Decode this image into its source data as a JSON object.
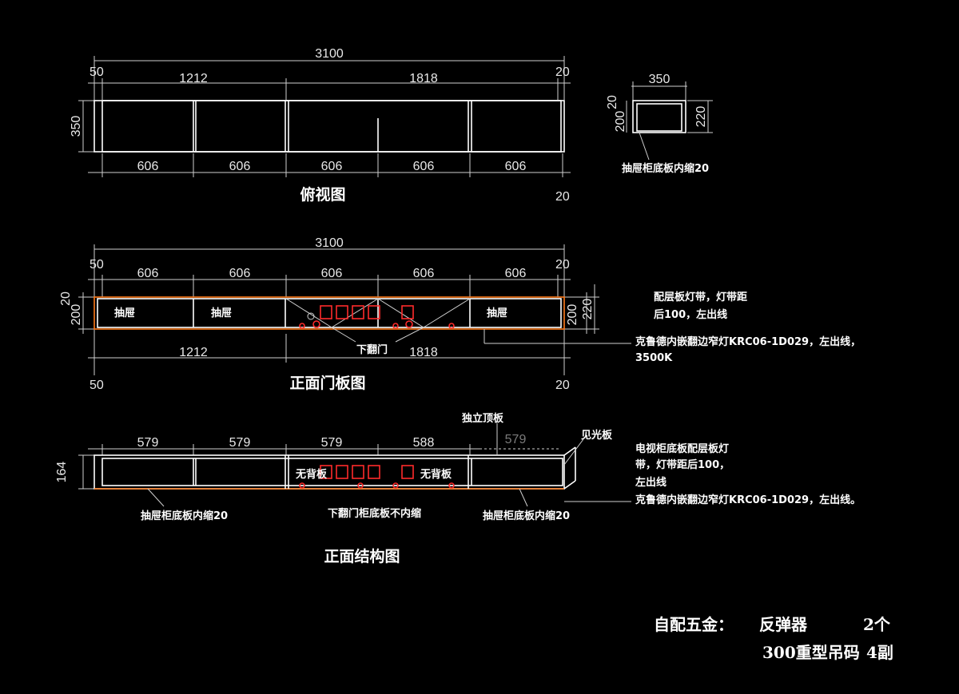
{
  "top_view": {
    "title": "俯视图",
    "overall": "3100",
    "left_off": "50",
    "right_off": "20",
    "seg_left": "1212",
    "seg_right": "1818",
    "depth": "350",
    "bottom": [
      "606",
      "606",
      "606",
      "606",
      "606"
    ],
    "right_bottom": "20"
  },
  "side_view": {
    "width": "350",
    "h_top": "20",
    "h_mid": "200",
    "h_total": "220",
    "note": "抽屉柜底板内缩20"
  },
  "front_door": {
    "title": "正面门板图",
    "overall": "3100",
    "left_off": "50",
    "right_off": "20",
    "top_row": [
      "606",
      "606",
      "606",
      "606",
      "606"
    ],
    "h_top": "20",
    "h_mid": "200",
    "h_right": "200",
    "h_total": "220",
    "drawer1": "抽屉",
    "drawer2": "抽屉",
    "drawer3": "抽屉",
    "flip_door": "下翻门",
    "seg_left": "1212",
    "seg_right": "1818",
    "bottom_left": "50",
    "bottom_right": "20",
    "note1_line1": "配层板灯带，灯带距",
    "note1_line2": "后100，左出线",
    "note2_line1": "克鲁德内嵌翻边窄灯KRC06-1D029，左出线，",
    "note2_line2": "3500K"
  },
  "front_structure": {
    "title": "正面结构图",
    "top_row": [
      "579",
      "579",
      "579",
      "588"
    ],
    "faded": "579",
    "height": "164",
    "top_panel": "独立顶板",
    "visible_panel": "见光板",
    "no_back1": "无背板",
    "no_back2": "无背板",
    "note_left": "抽屉柜底板内缩20",
    "note_mid": "下翻门柜底板不内缩",
    "note_right": "抽屉柜底板内缩20",
    "note3_line1": "电视柜底板配层板灯",
    "note3_line2": "带，灯带距后100，",
    "note3_line3": "左出线",
    "note3_line4": "克鲁德内嵌翻边窄灯KRC06-1D029，左出线。"
  },
  "hardware": {
    "label": "自配五金：",
    "item1": "反弹器",
    "qty1": "2个",
    "item2": "300重型吊码",
    "qty2": "4副"
  },
  "colors": {
    "line": "#ffffff",
    "accent": "#ff2a2a",
    "edge": "#ff7a1a"
  }
}
